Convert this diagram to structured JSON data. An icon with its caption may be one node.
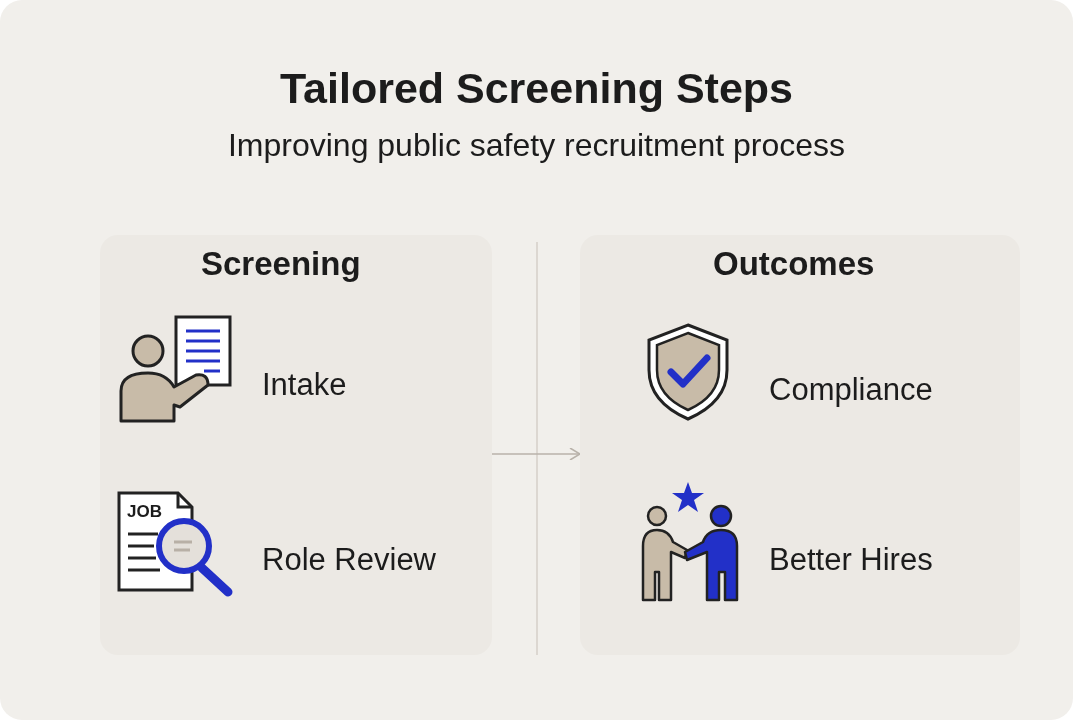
{
  "diagram": {
    "title": "Tailored Screening Steps",
    "caption": "Improving public safety recruitment process",
    "nodes": [
      {
        "text": [
          "Screening"
        ]
      },
      {
        "text": [
          "Intake"
        ],
        "in": 0
      },
      {
        "text": [
          "Role Review"
        ],
        "in": 0
      },
      {
        "text": [
          "Outcomes"
        ]
      },
      {
        "text": [
          "Compliance"
        ],
        "in": 3
      },
      {
        "text": [
          "Better Hires"
        ],
        "in": 3
      }
    ],
    "edges": [
      {
        "from": 0,
        "to": 3,
        "arrow": "to"
      }
    ],
    "labels": [
      "JOB"
    ]
  }
}
